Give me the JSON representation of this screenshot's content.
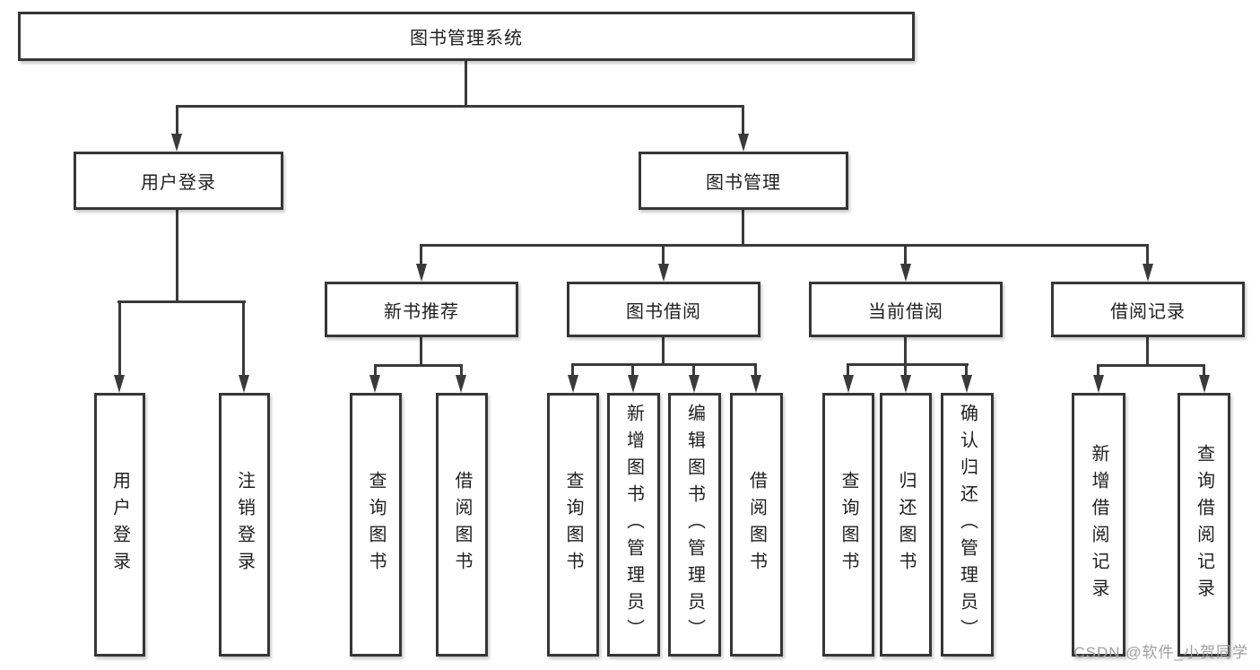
{
  "diagram": {
    "root": "图书管理系统",
    "level2": [
      {
        "label": "用户登录",
        "children": [
          "用户登录",
          "注销登录"
        ]
      },
      {
        "label": "图书管理",
        "children": [
          {
            "label": "新书推荐",
            "children": [
              "查询图书",
              "借阅图书"
            ]
          },
          {
            "label": "图书借阅",
            "children": [
              "查询图书",
              "新增图书（管理员）",
              "编辑图书（管理员）",
              "借阅图书"
            ]
          },
          {
            "label": "当前借阅",
            "children": [
              "查询图书",
              "归还图书",
              "确认归还（管理员）"
            ]
          },
          {
            "label": "借阅记录",
            "children": [
              "新增借阅记录",
              "查询借阅记录"
            ]
          }
        ]
      }
    ]
  },
  "watermark": "CSDN @软件_小贺同学",
  "colors": {
    "line": "#3a3a3a",
    "box_border": "#363636",
    "box_fill": "#ffffff",
    "text": "#1f1f1f",
    "watermark": "#9e9e9e",
    "background": "#ffffff"
  }
}
